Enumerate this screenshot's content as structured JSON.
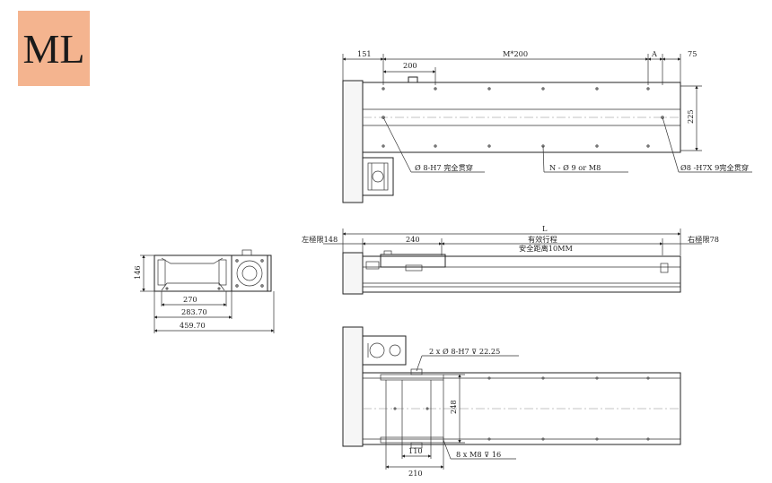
{
  "badge": {
    "text": "ML",
    "color": "#f4b48f"
  },
  "top_view": {
    "dims": {
      "left": "151",
      "pitch": "200",
      "span": "M*200",
      "a": "A",
      "right": "75",
      "height": "225"
    },
    "callouts": {
      "left_hole": "Ø 8-H7 完全贯穿",
      "middle_hole": "N - Ø 9 or M8",
      "right_hole": "Ø8 -H7X 9完全贯穿"
    }
  },
  "side_view": {
    "dims": {
      "total": "L",
      "left_limit": "左極限148",
      "carriage": "240",
      "stroke": "有效行程",
      "safety": "安全距离10MM",
      "right_limit": "右極限78"
    }
  },
  "end_view": {
    "dims": {
      "height": "146",
      "w1": "270",
      "w2": "283.70",
      "w3": "459.70"
    }
  },
  "bottom_view": {
    "dims": {
      "height": "248",
      "w1": "110",
      "w2": "210"
    },
    "callouts": {
      "pins": "2 x Ø 8-H7 ⊽ 22.25",
      "threads": "8 x  M8 ⊽ 16"
    }
  }
}
